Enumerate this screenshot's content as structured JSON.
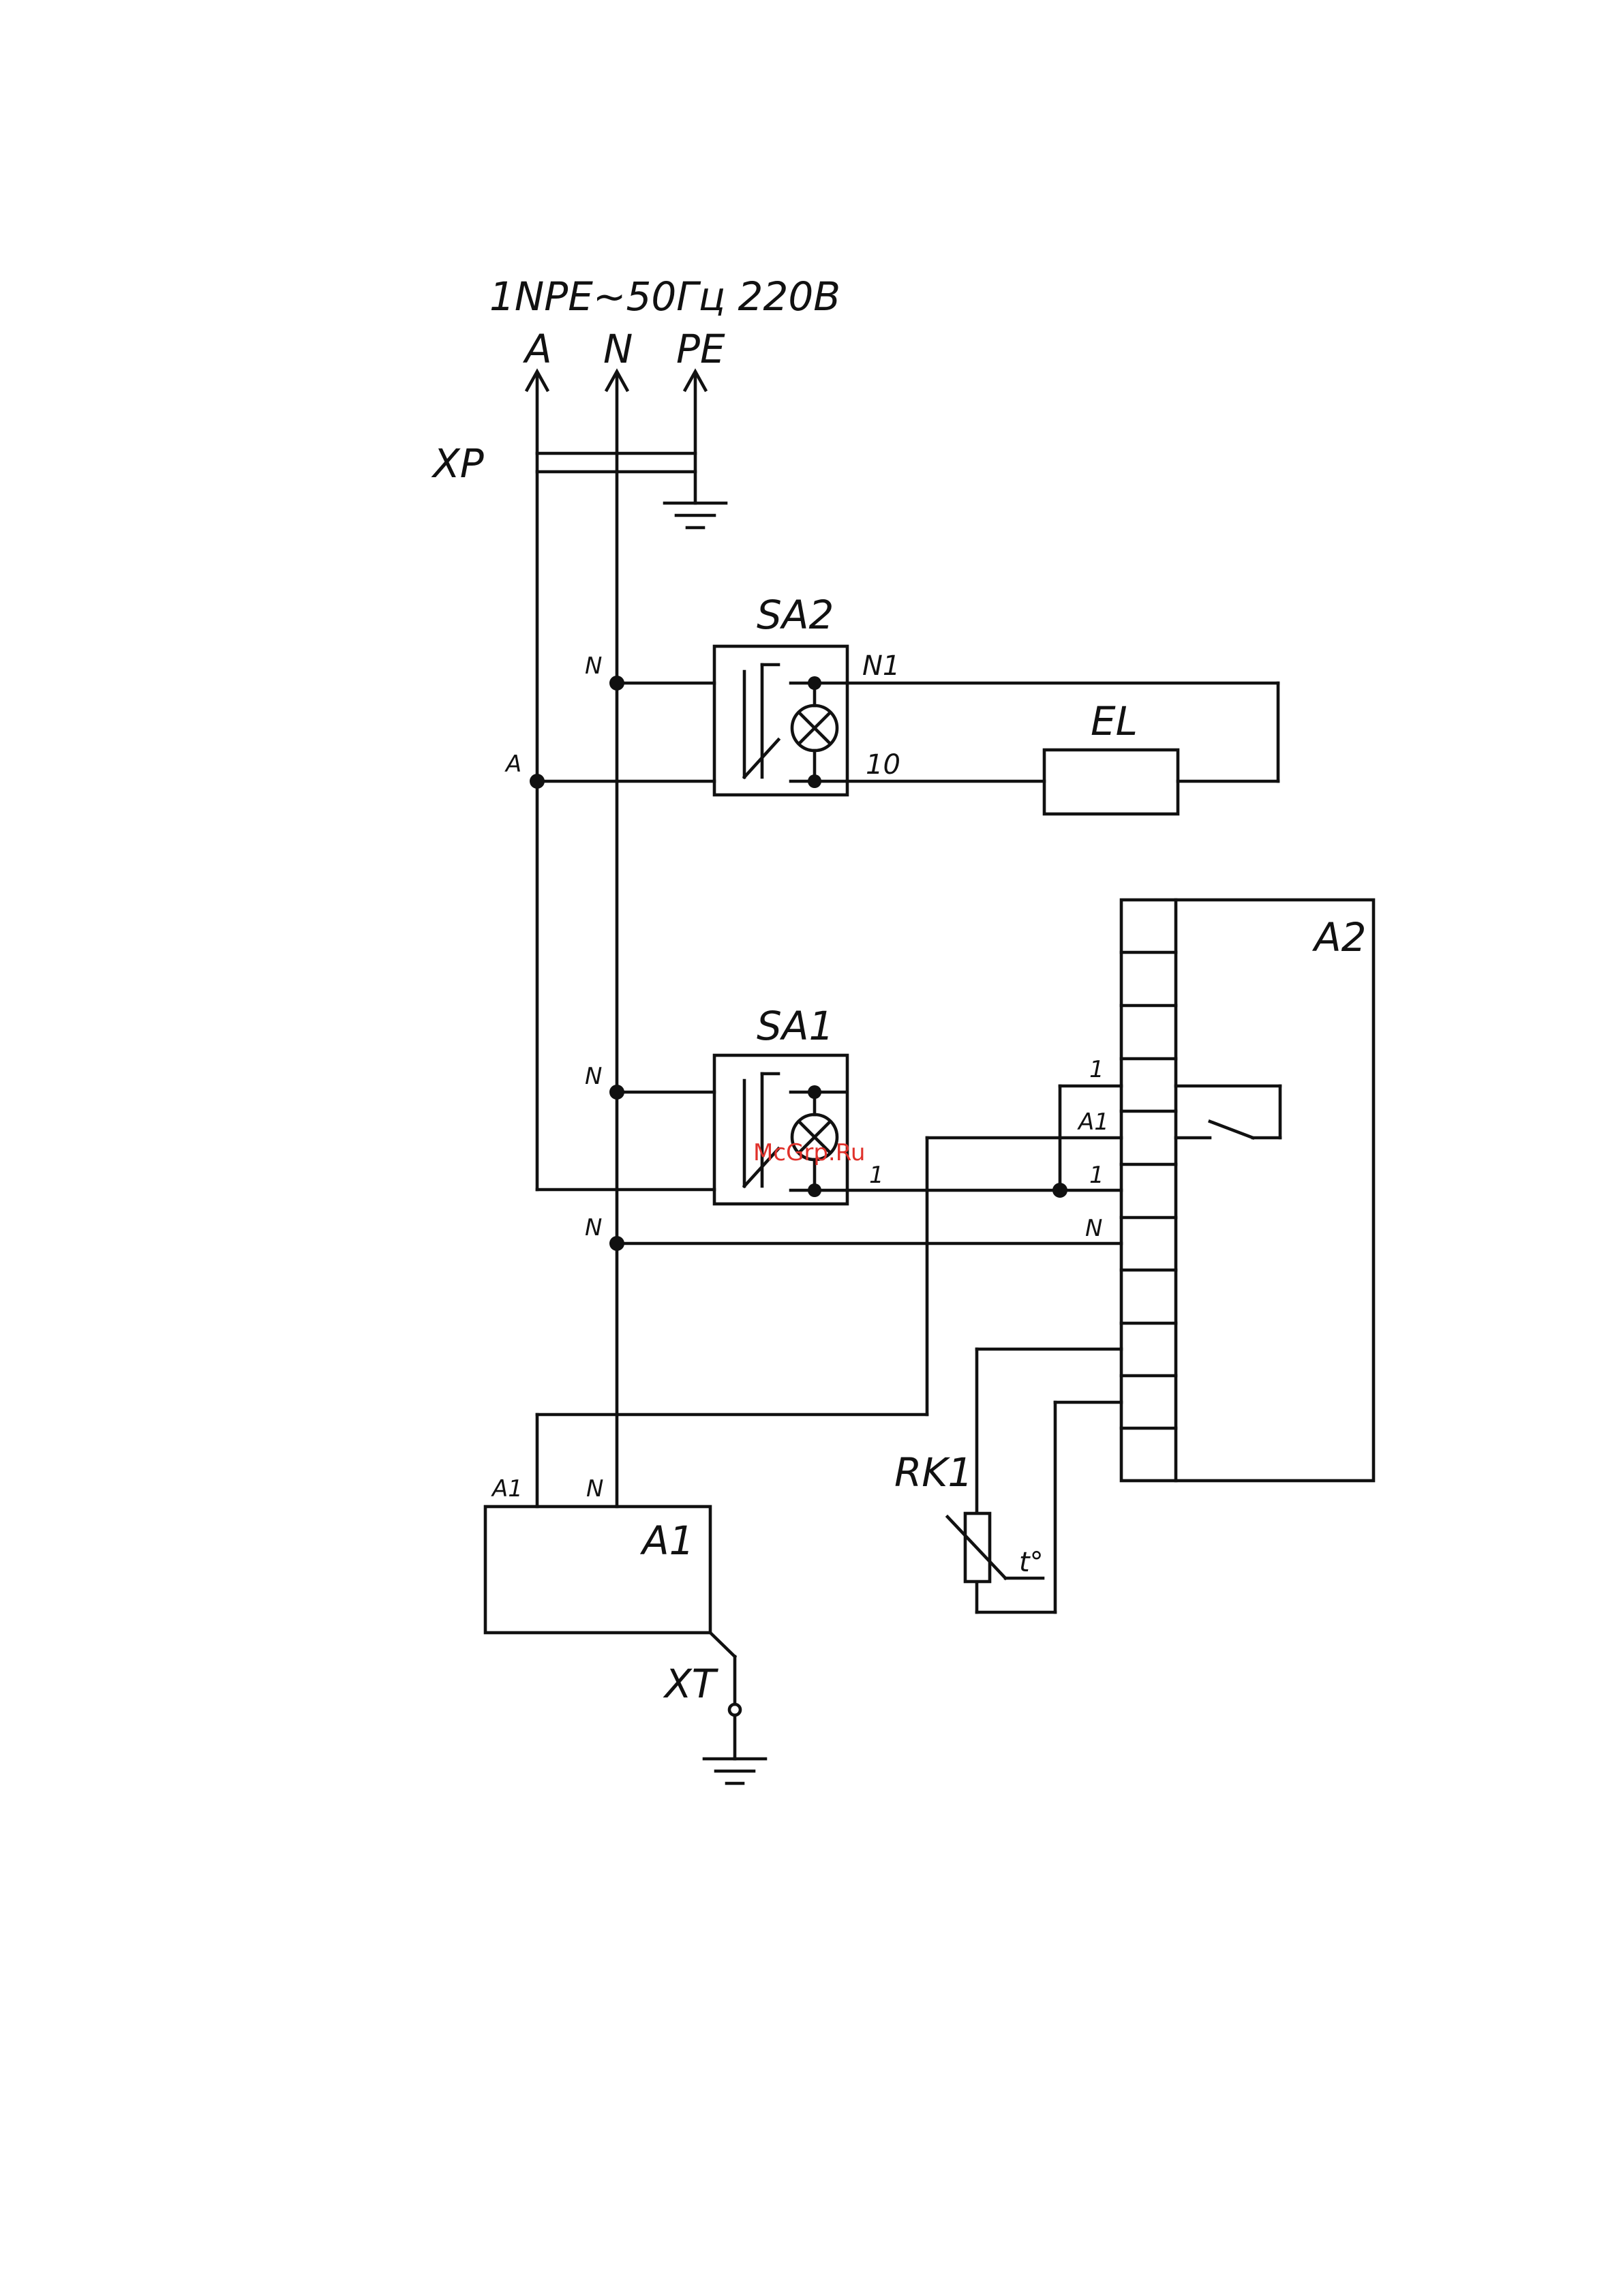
{
  "supply": {
    "spec": "1NPE~50Гц 220В",
    "phase": "A",
    "neutral": "N",
    "earth": "PE"
  },
  "connector_xp": "XP",
  "switch_sa2": {
    "name": "SA2",
    "term_top": "N1",
    "term_bottom": "10"
  },
  "switch_sa1": {
    "name": "SA1",
    "term_bottom": "1"
  },
  "lamp_el": "EL",
  "controller_a2": {
    "name": "A2",
    "pins": [
      "1",
      "A1",
      "1",
      "N"
    ]
  },
  "unit_a1": {
    "name": "A1",
    "pins": [
      "A1",
      "N"
    ]
  },
  "sensor_rk1": {
    "name": "RK1",
    "symbol": "t°"
  },
  "terminal_xt": "XT",
  "node_labels": {
    "n1": "N",
    "a": "A",
    "n2": "N",
    "n3": "N"
  },
  "watermark": "McGrp.Ru"
}
